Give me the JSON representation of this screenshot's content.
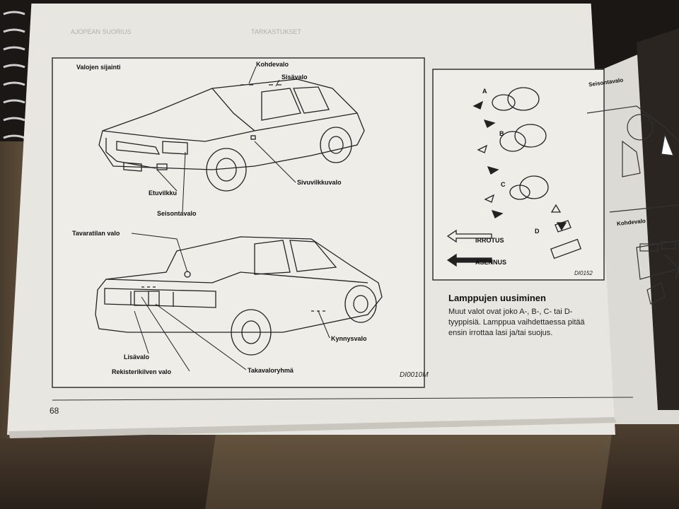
{
  "left_figure": {
    "title": "Valojen sijainti",
    "front_labels": [
      "Kohdevalo",
      "Sisävalo",
      "Sivuvilkkuvalo",
      "Etuvilkku",
      "Seisontavalo"
    ],
    "rear_labels": [
      "Tavaratilan valo",
      "Kynnysvalo",
      "Lisävalo",
      "Rekisterikilven valo",
      "Takavaloryhmä"
    ],
    "code": "DI0010M"
  },
  "right_figure": {
    "steps": [
      "A",
      "B",
      "C",
      "D"
    ],
    "legend_remove": "IRROTUS",
    "legend_install": "ASENNUS",
    "code": "DI0152"
  },
  "section": {
    "heading": "Lamppujen uusiminen",
    "body": "Muut valot ovat joko A-, B-, C- tai D-tyyppisiä. Lamppua vaihdettaessa pitää ensin irrottaa lasi ja/tai suojus."
  },
  "page_number": "68",
  "next_page": {
    "label_top": "Seisontavalo",
    "label_bottom": "Kohdevalo"
  }
}
